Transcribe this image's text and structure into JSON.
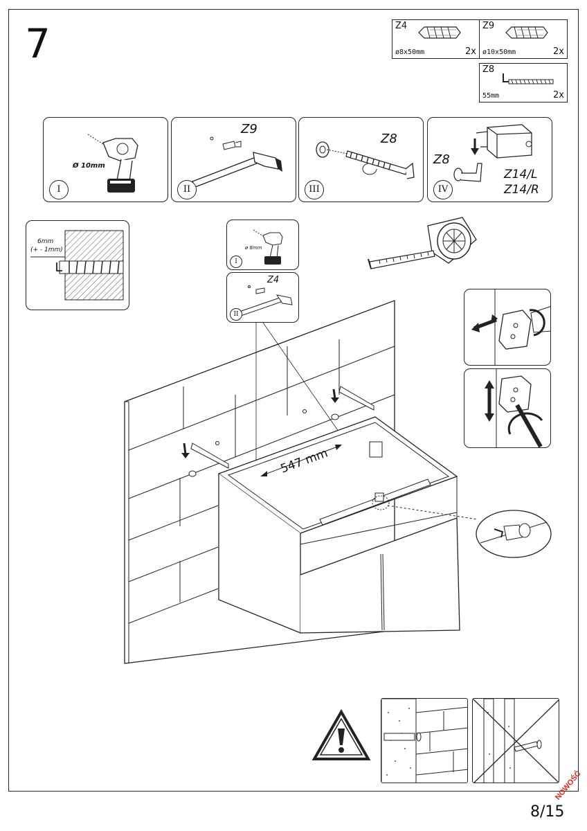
{
  "page": {
    "step_number": "7",
    "page_number": "8/15",
    "stamp": "NOWOŚĆ"
  },
  "parts": [
    {
      "code": "Z4",
      "spec": "ø8x50mm",
      "qty": "2x",
      "icon": "wall-plug-icon"
    },
    {
      "code": "Z9",
      "spec": "ø10x50mm",
      "qty": "2x",
      "icon": "wall-plug-icon"
    },
    {
      "code": "Z8",
      "spec": "55mm",
      "qty": "2x",
      "icon": "hook-screw-icon"
    }
  ],
  "substeps": [
    {
      "roman": "I",
      "caption": "Ø 10mm"
    },
    {
      "roman": "II",
      "caption": "Z9"
    },
    {
      "roman": "III",
      "caption": "Z8"
    },
    {
      "roman": "IV",
      "caption": "Z8",
      "extra": [
        "Z14/L",
        "Z14/R"
      ]
    }
  ],
  "detail": {
    "depth": "6mm",
    "tolerance": "(+ - 1mm)"
  },
  "mini_steps": [
    {
      "roman": "I",
      "caption": "ø 8mm"
    },
    {
      "roman": "II",
      "caption": "Z4"
    }
  ],
  "measurement": "547 mm",
  "warning": {
    "icon": "warning-triangle-icon"
  },
  "colors": {
    "line": "#222222",
    "stamp": "#e0261b"
  }
}
